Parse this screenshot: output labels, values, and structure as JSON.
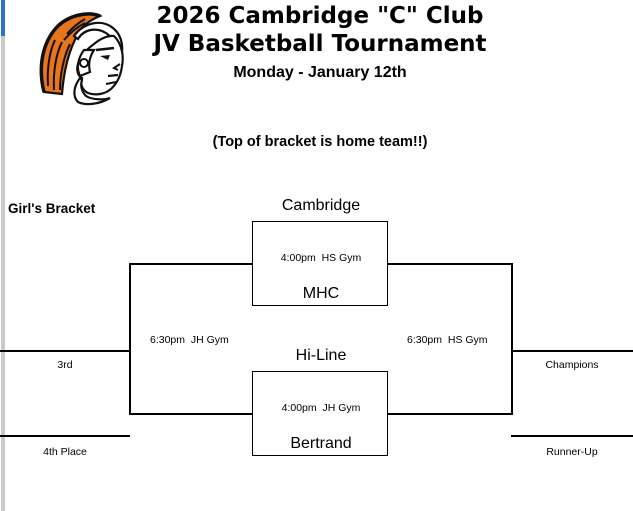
{
  "header": {
    "title_line1": "2026 Cambridge \"C\" Club",
    "title_line2": "JV Basketball Tournament",
    "subtitle": "Monday - January 12th",
    "home_team_note": "(Top of bracket is home team!!)",
    "logo_name": "trojan-mascot-logo",
    "logo_colors": {
      "plume": "#E8741C",
      "outline": "#1a1a1a"
    }
  },
  "bracket": {
    "side_label": "Girl's Bracket",
    "games": [
      {
        "position": "top",
        "team_top": "Cambridge",
        "team_bottom": "MHC",
        "info": "4:00pm  HS Gym",
        "time": "4:00pm",
        "venue": "HS Gym"
      },
      {
        "position": "bottom",
        "team_top": "Hi-Line",
        "team_bottom": "Bertrand",
        "info": "4:00pm  JH Gym",
        "time": "4:00pm",
        "venue": "JH Gym"
      }
    ],
    "semifinals": [
      {
        "side": "left",
        "info": "6:30pm  JH Gym",
        "time": "6:30pm",
        "venue": "JH Gym"
      },
      {
        "side": "right",
        "info": "6:30pm  HS Gym",
        "time": "6:30pm",
        "venue": "HS Gym"
      }
    ],
    "placements": {
      "third": "3rd",
      "fourth": "4th Place",
      "champions": "Champions",
      "runner_up": "Runner-Up"
    }
  },
  "scrollbar": {
    "thumb_color": "#2f6fd0",
    "track_color": "#c9c9c9"
  }
}
